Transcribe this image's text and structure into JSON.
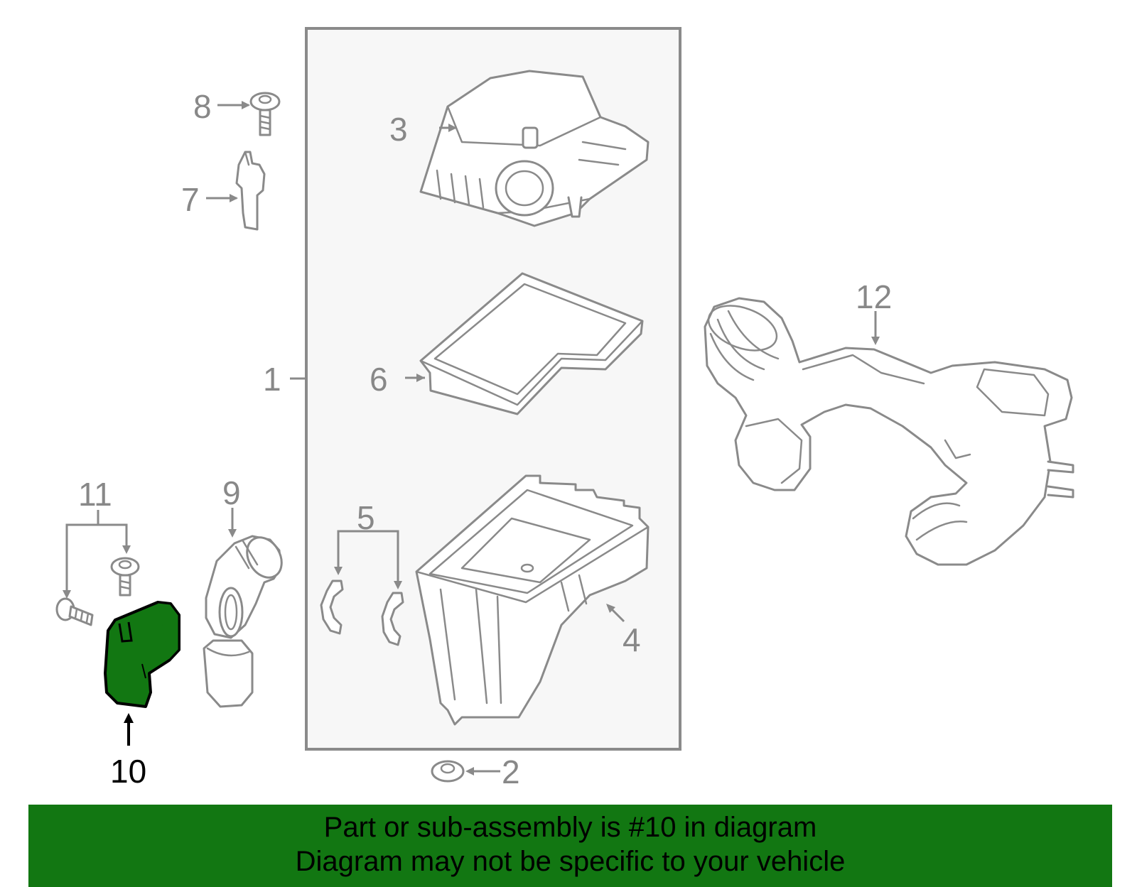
{
  "callouts": {
    "c1": "1",
    "c2": "2",
    "c3": "3",
    "c4": "4",
    "c5": "5",
    "c6": "6",
    "c7": "7",
    "c8": "8",
    "c9": "9",
    "c10": "10",
    "c11": "11",
    "c12": "12"
  },
  "footer": {
    "line1": "Part or sub-assembly is #10 in diagram",
    "line2": "Diagram may not be specific to your vehicle"
  },
  "colors": {
    "highlight": "#127712",
    "line_gray": "#8a8a8a",
    "box_fill": "#f7f7f7"
  }
}
